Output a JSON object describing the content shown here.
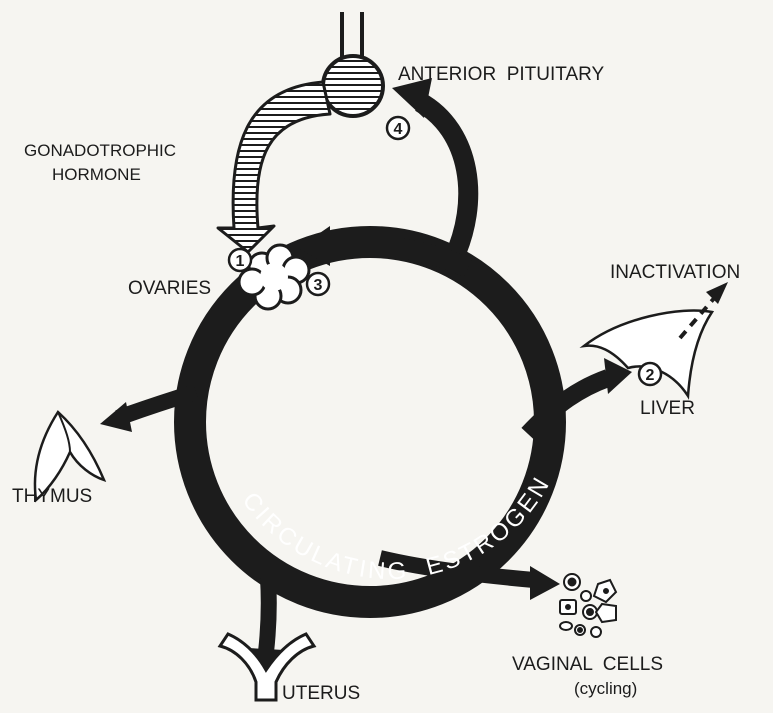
{
  "labels": {
    "anterior_pituitary": "ANTERIOR  PITUITARY",
    "gonadotrophic_line1": "GONADOTROPHIC",
    "gonadotrophic_line2": "HORMONE",
    "ovaries": "OVARIES",
    "inactivation": "INACTIVATION",
    "liver": "LIVER",
    "thymus": "THYMUS",
    "circulating_estrogen": "CIRCULATING  ESTROGEN",
    "vaginal_cells": "VAGINAL  CELLS",
    "cycling": "(cycling)",
    "uterus": "UTERUS"
  },
  "markers": {
    "one": "1",
    "two": "2",
    "three": "3",
    "four": "4"
  },
  "colors": {
    "ink": "#1c1c1c",
    "paper": "#f6f5f1",
    "shape_fill": "#ffffff"
  }
}
